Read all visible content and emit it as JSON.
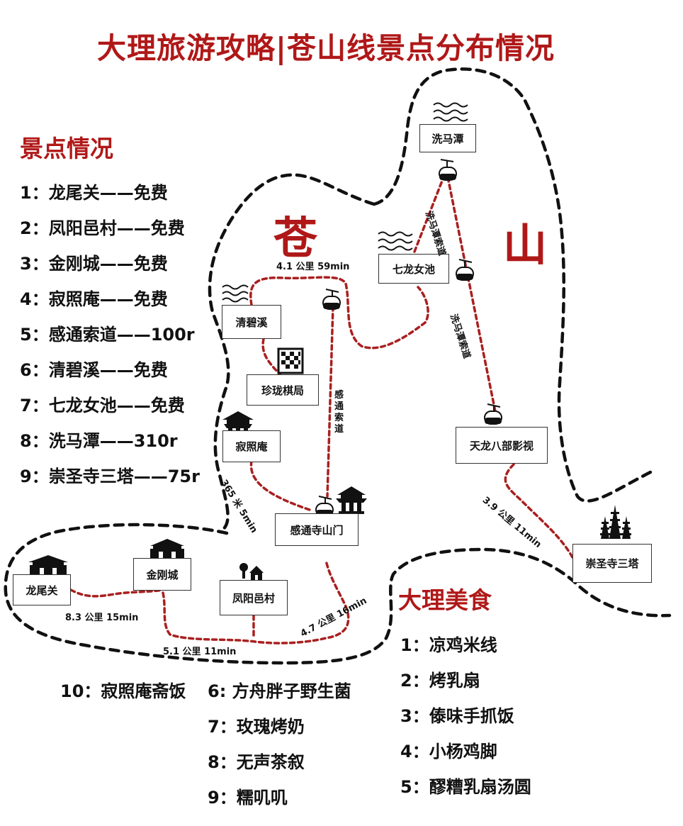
{
  "title": "大理旅游攻略|苍山线景点分布情况",
  "attractions": {
    "heading": "景点情况",
    "items": [
      "1：龙尾关——免费",
      "2：凤阳邑村——免费",
      "3：金刚城——免费",
      "4：寂照庵——免费",
      "5：感通索道——100r",
      "6：清碧溪——免费",
      "7：七龙女池——免费",
      "8：洗马潭——310r",
      "9：崇圣寺三塔——75r"
    ]
  },
  "map": {
    "mountain_chars": [
      "苍",
      "山"
    ],
    "places": {
      "ximatan": "洗马潭",
      "qilong": "七龙女池",
      "qingbi": "清碧溪",
      "zhenlong": "珍珑棋局",
      "jizhao": "寂照庵",
      "tianlong": "天龙八部影视",
      "gantong": "感通寺山门",
      "chongsheng": "崇圣寺三塔",
      "longwei": "龙尾关",
      "jingang": "金刚城",
      "fengyang": "凤阳邑村"
    },
    "routes": {
      "r_qingbi_qilong": "4.1 公里 59min",
      "r_gantong_cable": "感通索道",
      "r_xima_cable_1": "洗马潭索道",
      "r_xima_cable_2": "洗马潭索道",
      "r_jizhao_gantong": "365 米 5min",
      "r_tianlong_chongsheng": "3.9 公里 11min",
      "r_longwei_jingang": "8.3 公里 15min",
      "r_fengyang_gantong": "4.7 公里 16min",
      "r_jingang_fengyang": "5.1 公里 11min"
    },
    "colors": {
      "route": "#a8201f",
      "boundary": "#111111"
    }
  },
  "food": {
    "heading": "大理美食",
    "right": [
      "1：凉鸡米线",
      "2：烤乳扇",
      "3：傣味手抓饭",
      "4：小杨鸡脚",
      "5：醪糟乳扇汤圆"
    ],
    "bottom_left": "10：寂照庵斋饭",
    "bottom_mid": [
      "6: 方舟胖子野生菌",
      "7：玫瑰烤奶",
      "8：无声茶叙",
      "9：糯叽叽"
    ]
  }
}
